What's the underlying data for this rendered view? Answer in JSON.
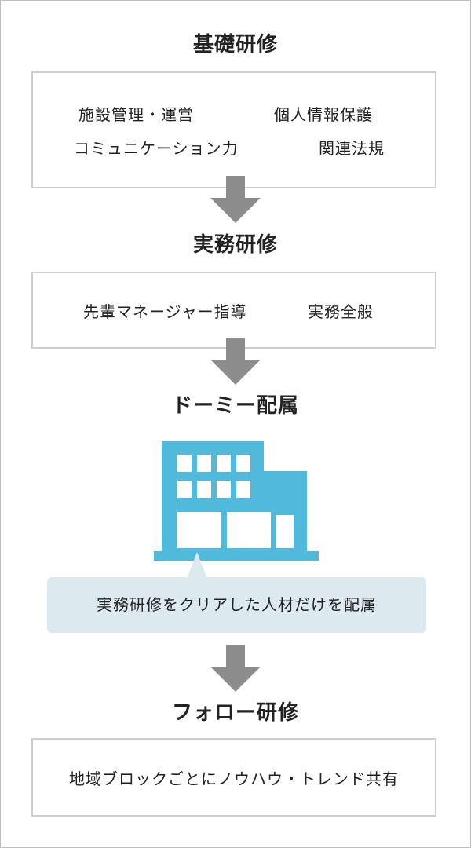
{
  "colors": {
    "arrow": "#8c8c8c",
    "building": "#51b9dc",
    "callout_bg": "#dce9ee",
    "border": "#cfcfcf"
  },
  "stages": {
    "basic": {
      "title": "基礎研修",
      "items": [
        "施設管理・運営",
        "個人情報保護",
        "コミュニケーション力",
        "関連法規"
      ]
    },
    "practical": {
      "title": "実務研修",
      "items": [
        "先輩マネージャー指導",
        "実務全般"
      ]
    },
    "assignment": {
      "title": "ドーミー配属",
      "icon": "building-icon",
      "note": "実務研修をクリアした人材だけを配属"
    },
    "followup": {
      "title": "フォロー研修",
      "items": [
        "地域ブロックごとにノウハウ・トレンド共有"
      ]
    }
  }
}
